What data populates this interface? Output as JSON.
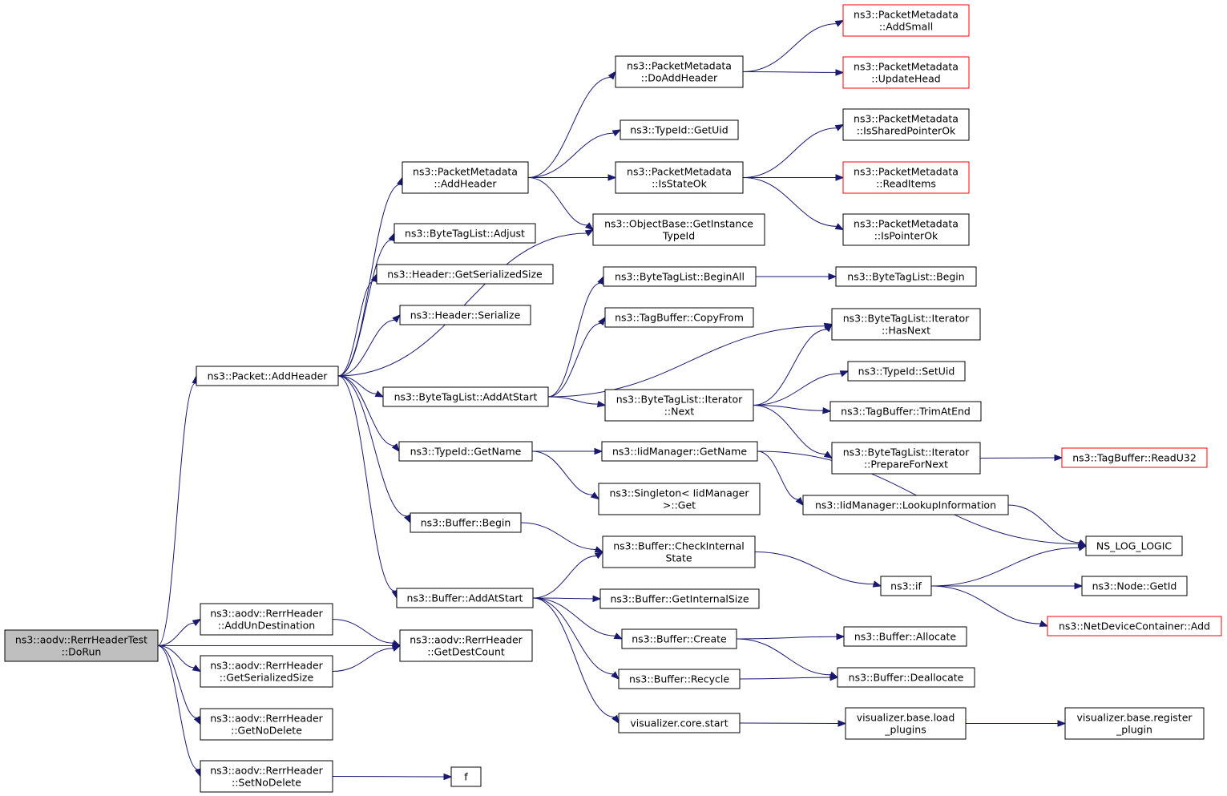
{
  "graph": {
    "colors": {
      "edge": "#191970",
      "red_border": "#ff0000",
      "root_fill": "#bfbfbf"
    },
    "nodes": [
      {
        "id": "dorun",
        "lines": [
          "ns3::aodv::RerrHeaderTest",
          "::DoRun"
        ],
        "style": "root"
      },
      {
        "id": "pkt_addheader",
        "lines": [
          "ns3::Packet::AddHeader"
        ]
      },
      {
        "id": "addundest",
        "lines": [
          "ns3::aodv::RerrHeader",
          "::AddUnDestination"
        ]
      },
      {
        "id": "getser",
        "lines": [
          "ns3::aodv::RerrHeader",
          "::GetSerializedSize"
        ]
      },
      {
        "id": "getnodelete",
        "lines": [
          "ns3::aodv::RerrHeader",
          "::GetNoDelete"
        ]
      },
      {
        "id": "setnodelete",
        "lines": [
          "ns3::aodv::RerrHeader",
          "::SetNoDelete"
        ]
      },
      {
        "id": "getdestcount",
        "lines": [
          "ns3::aodv::RerrHeader",
          "::GetDestCount"
        ]
      },
      {
        "id": "f",
        "lines": [
          "f"
        ]
      },
      {
        "id": "pm_addheader",
        "lines": [
          "ns3::PacketMetadata",
          "::AddHeader"
        ]
      },
      {
        "id": "btl_adjust",
        "lines": [
          "ns3::ByteTagList::Adjust"
        ]
      },
      {
        "id": "hdr_getser",
        "lines": [
          "ns3::Header::GetSerializedSize"
        ]
      },
      {
        "id": "hdr_ser",
        "lines": [
          "ns3::Header::Serialize"
        ]
      },
      {
        "id": "btl_addatstart",
        "lines": [
          "ns3::ByteTagList::AddAtStart"
        ]
      },
      {
        "id": "tid_getname",
        "lines": [
          "ns3::TypeId::GetName"
        ]
      },
      {
        "id": "buf_begin",
        "lines": [
          "ns3::Buffer::Begin"
        ]
      },
      {
        "id": "buf_addatstart",
        "lines": [
          "ns3::Buffer::AddAtStart"
        ]
      },
      {
        "id": "pm_doaddheader",
        "lines": [
          "ns3::PacketMetadata",
          "::DoAddHeader"
        ]
      },
      {
        "id": "tid_getuid",
        "lines": [
          "ns3::TypeId::GetUid"
        ]
      },
      {
        "id": "pm_isstateok",
        "lines": [
          "ns3::PacketMetadata",
          "::IsStateOk"
        ]
      },
      {
        "id": "ob_getinst",
        "lines": [
          "ns3::ObjectBase::GetInstance",
          "TypeId"
        ]
      },
      {
        "id": "btl_beginall",
        "lines": [
          "ns3::ByteTagList::BeginAll"
        ]
      },
      {
        "id": "tb_copyfrom",
        "lines": [
          "ns3::TagBuffer::CopyFrom"
        ]
      },
      {
        "id": "btli_next",
        "lines": [
          "ns3::ByteTagList::Iterator",
          "::Next"
        ]
      },
      {
        "id": "iid_getname",
        "lines": [
          "ns3::IidManager::GetName"
        ]
      },
      {
        "id": "singleton_get",
        "lines": [
          "ns3::Singleton< IidManager",
          ">::Get"
        ]
      },
      {
        "id": "buf_checkint",
        "lines": [
          "ns3::Buffer::CheckInternal",
          "State"
        ]
      },
      {
        "id": "buf_getintsize",
        "lines": [
          "ns3::Buffer::GetInternalSize"
        ]
      },
      {
        "id": "buf_create",
        "lines": [
          "ns3::Buffer::Create"
        ]
      },
      {
        "id": "buf_recycle",
        "lines": [
          "ns3::Buffer::Recycle"
        ]
      },
      {
        "id": "vis_core_start",
        "lines": [
          "visualizer.core.start"
        ]
      },
      {
        "id": "pm_addsmall",
        "lines": [
          "ns3::PacketMetadata",
          "::AddSmall"
        ],
        "style": "red"
      },
      {
        "id": "pm_updatehead",
        "lines": [
          "ns3::PacketMetadata",
          "::UpdateHead"
        ],
        "style": "red"
      },
      {
        "id": "pm_isshared",
        "lines": [
          "ns3::PacketMetadata",
          "::IsSharedPointerOk"
        ]
      },
      {
        "id": "pm_readitems",
        "lines": [
          "ns3::PacketMetadata",
          "::ReadItems"
        ],
        "style": "red"
      },
      {
        "id": "pm_ispointer",
        "lines": [
          "ns3::PacketMetadata",
          "::IsPointerOk"
        ]
      },
      {
        "id": "btl_begin",
        "lines": [
          "ns3::ByteTagList::Begin"
        ]
      },
      {
        "id": "btli_hasnext",
        "lines": [
          "ns3::ByteTagList::Iterator",
          "::HasNext"
        ]
      },
      {
        "id": "tid_setuid",
        "lines": [
          "ns3::TypeId::SetUid"
        ]
      },
      {
        "id": "tb_trimatend",
        "lines": [
          "ns3::TagBuffer::TrimAtEnd"
        ]
      },
      {
        "id": "btli_prep",
        "lines": [
          "ns3::ByteTagList::Iterator",
          "::PrepareForNext"
        ]
      },
      {
        "id": "tb_readu32",
        "lines": [
          "ns3::TagBuffer::ReadU32"
        ],
        "style": "red"
      },
      {
        "id": "iid_lookup",
        "lines": [
          "ns3::IidManager::LookupInformation"
        ]
      },
      {
        "id": "ns_log",
        "lines": [
          "NS_LOG_LOGIC"
        ]
      },
      {
        "id": "ns3_if",
        "lines": [
          "ns3::if"
        ]
      },
      {
        "id": "node_getid",
        "lines": [
          "ns3::Node::GetId"
        ]
      },
      {
        "id": "ndc_add",
        "lines": [
          "ns3::NetDeviceContainer::Add"
        ],
        "style": "red"
      },
      {
        "id": "buf_allocate",
        "lines": [
          "ns3::Buffer::Allocate"
        ]
      },
      {
        "id": "buf_dealloc",
        "lines": [
          "ns3::Buffer::Deallocate"
        ]
      },
      {
        "id": "vis_load",
        "lines": [
          "visualizer.base.load",
          "_plugins"
        ]
      },
      {
        "id": "vis_register",
        "lines": [
          "visualizer.base.register",
          "_plugin"
        ]
      }
    ],
    "edges": [
      [
        "dorun",
        "pkt_addheader"
      ],
      [
        "dorun",
        "getdestcount"
      ],
      [
        "dorun",
        "addundest"
      ],
      [
        "dorun",
        "getser"
      ],
      [
        "dorun",
        "getnodelete"
      ],
      [
        "dorun",
        "setnodelete"
      ],
      [
        "addundest",
        "getdestcount"
      ],
      [
        "getser",
        "getdestcount"
      ],
      [
        "setnodelete",
        "f"
      ],
      [
        "pkt_addheader",
        "pm_addheader"
      ],
      [
        "pkt_addheader",
        "btl_adjust"
      ],
      [
        "pkt_addheader",
        "hdr_getser"
      ],
      [
        "pkt_addheader",
        "hdr_ser"
      ],
      [
        "pkt_addheader",
        "ob_getinst"
      ],
      [
        "pkt_addheader",
        "btl_addatstart"
      ],
      [
        "pkt_addheader",
        "tid_getname"
      ],
      [
        "pkt_addheader",
        "buf_begin"
      ],
      [
        "pkt_addheader",
        "buf_addatstart"
      ],
      [
        "pm_addheader",
        "pm_doaddheader"
      ],
      [
        "pm_addheader",
        "tid_getuid"
      ],
      [
        "pm_addheader",
        "pm_isstateok"
      ],
      [
        "pm_addheader",
        "ob_getinst"
      ],
      [
        "pm_doaddheader",
        "pm_addsmall"
      ],
      [
        "pm_doaddheader",
        "pm_updatehead"
      ],
      [
        "pm_isstateok",
        "pm_isshared"
      ],
      [
        "pm_isstateok",
        "pm_readitems"
      ],
      [
        "pm_isstateok",
        "pm_ispointer"
      ],
      [
        "btl_addatstart",
        "btl_beginall"
      ],
      [
        "btl_addatstart",
        "tb_copyfrom"
      ],
      [
        "btl_addatstart",
        "btli_hasnext"
      ],
      [
        "btl_addatstart",
        "btli_next"
      ],
      [
        "btl_beginall",
        "btl_begin"
      ],
      [
        "btli_next",
        "btli_hasnext"
      ],
      [
        "btli_next",
        "tid_setuid"
      ],
      [
        "btli_next",
        "tb_trimatend"
      ],
      [
        "btli_next",
        "btli_prep"
      ],
      [
        "btli_prep",
        "tb_readu32"
      ],
      [
        "tid_getname",
        "iid_getname"
      ],
      [
        "tid_getname",
        "singleton_get"
      ],
      [
        "iid_getname",
        "iid_lookup"
      ],
      [
        "iid_getname",
        "ns_log"
      ],
      [
        "iid_lookup",
        "ns_log"
      ],
      [
        "buf_begin",
        "buf_checkint"
      ],
      [
        "buf_addatstart",
        "buf_checkint"
      ],
      [
        "buf_addatstart",
        "buf_getintsize"
      ],
      [
        "buf_addatstart",
        "buf_create"
      ],
      [
        "buf_addatstart",
        "buf_recycle"
      ],
      [
        "buf_addatstart",
        "vis_core_start"
      ],
      [
        "buf_checkint",
        "ns3_if"
      ],
      [
        "ns3_if",
        "ns_log"
      ],
      [
        "ns3_if",
        "node_getid"
      ],
      [
        "ns3_if",
        "ndc_add"
      ],
      [
        "buf_create",
        "buf_allocate"
      ],
      [
        "buf_create",
        "buf_dealloc"
      ],
      [
        "buf_recycle",
        "buf_dealloc"
      ],
      [
        "vis_core_start",
        "vis_load"
      ],
      [
        "vis_load",
        "vis_register"
      ]
    ]
  }
}
